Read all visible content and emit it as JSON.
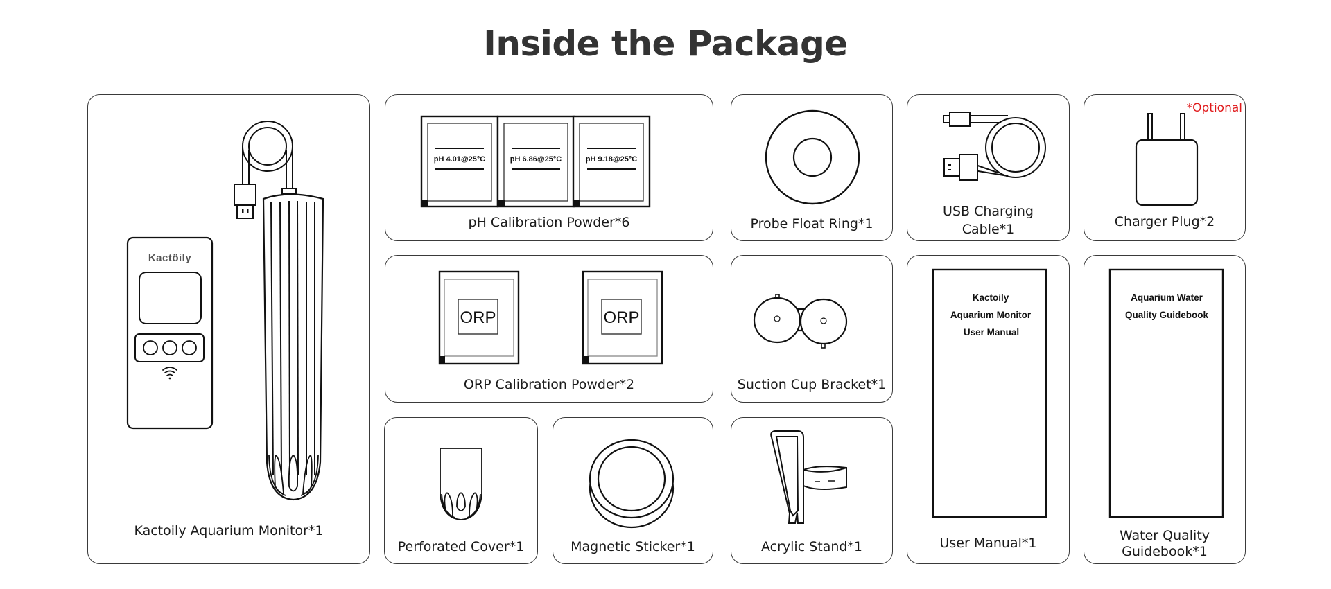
{
  "page": {
    "title": "Inside the Package"
  },
  "items": {
    "monitor": {
      "label": "Kactoily Aquarium Monitor*1",
      "device_brand": "Kactöily",
      "icon": "aquarium-monitor-with-probe"
    },
    "ph_powder": {
      "label": "pH Calibration Powder*6",
      "packets": [
        "pH 4.01@25°C",
        "pH 6.86@25°C",
        "pH 9.18@25°C"
      ],
      "icon": "calibration-packet"
    },
    "float_ring": {
      "label": "Probe Float Ring*1",
      "icon": "float-ring"
    },
    "usb_cable": {
      "label_lines": [
        "USB Charging",
        "Cable*1"
      ],
      "icon": "usb-cable"
    },
    "charger_plug": {
      "label": "Charger Plug*2",
      "badge": "*Optional",
      "badge_color": "#e0191b",
      "icon": "charger-plug"
    },
    "orp_powder": {
      "label": "ORP Calibration Powder*2",
      "packets": [
        "ORP",
        "ORP"
      ],
      "icon": "orp-packet"
    },
    "suction_bracket": {
      "label": "Suction Cup Bracket*1",
      "icon": "suction-cup-bracket"
    },
    "user_manual": {
      "label": "User Manual*1",
      "cover_lines": [
        "Kactoily",
        "Aquarium Monitor",
        "User Manual"
      ],
      "icon": "booklet"
    },
    "guidebook": {
      "label_lines": [
        "Water Quality",
        "Guidebook*1"
      ],
      "cover_lines": [
        "Aquarium Water",
        "Quality Guidebook"
      ],
      "icon": "booklet"
    },
    "perforated_cover": {
      "label": "Perforated Cover*1",
      "icon": "perforated-cover"
    },
    "magnetic_sticker": {
      "label": "Magnetic Sticker*1",
      "icon": "magnetic-sticker"
    },
    "acrylic_stand": {
      "label": "Acrylic Stand*1",
      "icon": "acrylic-stand"
    }
  }
}
